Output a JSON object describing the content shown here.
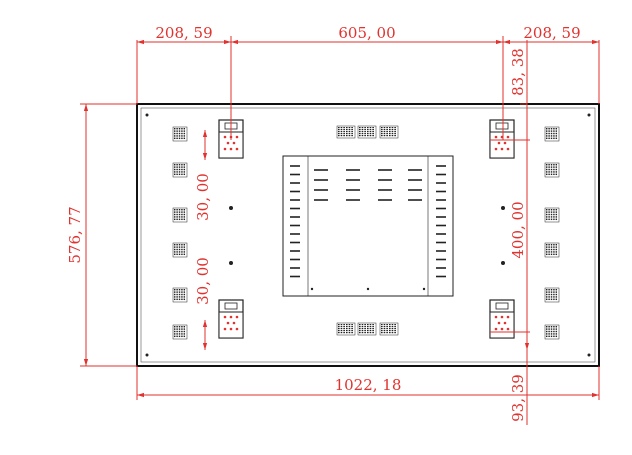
{
  "colors": {
    "dimension": "#e0322e",
    "outline": "#111111",
    "background": "#ffffff"
  },
  "dimensions": {
    "top_left_offset": "208, 59",
    "top_center_span": "605, 00",
    "top_right_offset": "208, 59",
    "right_top_offset": "83, 38",
    "vertical_mount_span": "400, 00",
    "left_bracket_pitch_upper": "30, 00",
    "left_bracket_pitch_lower": "30, 00",
    "overall_height": "576, 77",
    "overall_width": "1022, 18",
    "bottom_right_offset": "93, 39"
  },
  "icons": {
    "vent": "vent-grille-icon",
    "bracket": "mounting-bracket-icon",
    "screw": "screw-hole-icon"
  }
}
